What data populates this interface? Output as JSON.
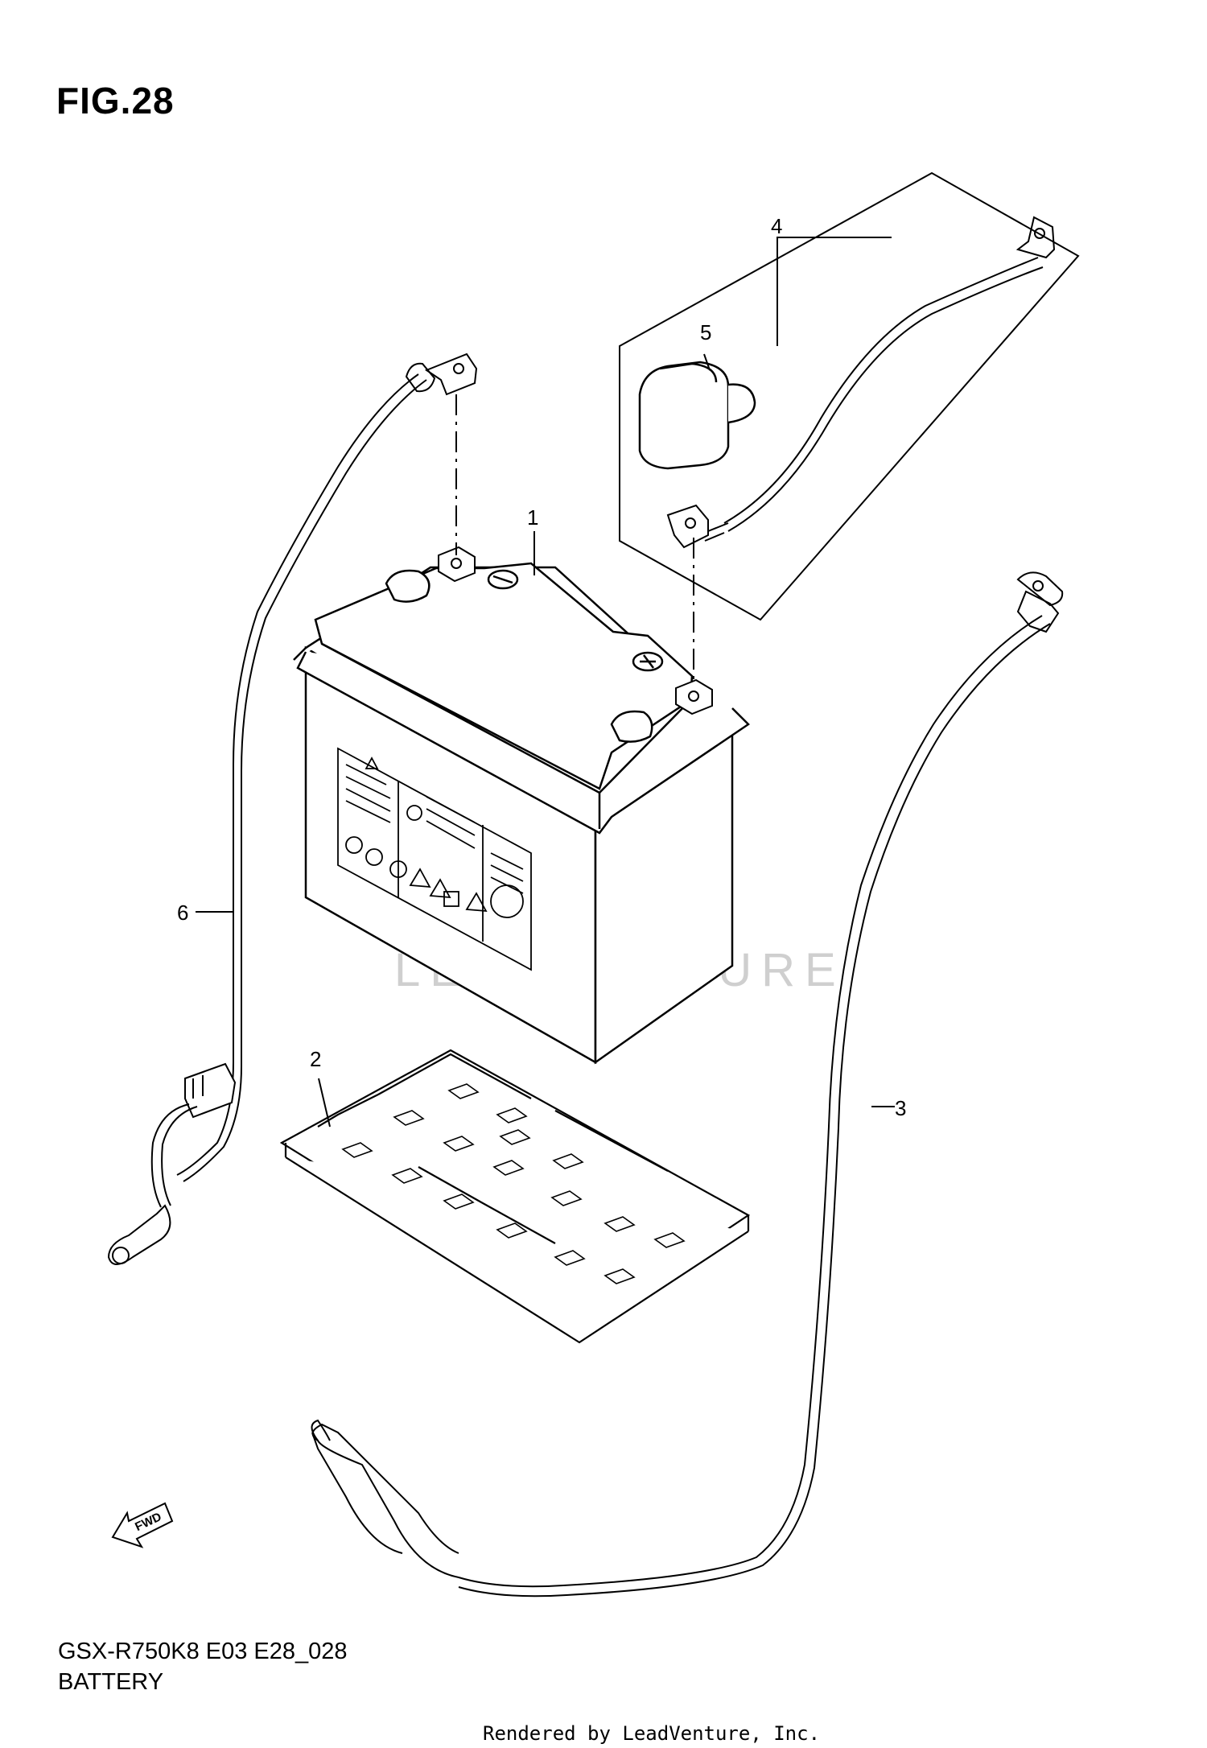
{
  "figure": {
    "title": "FIG.28",
    "code": "GSX-R750K8 E03 E28_028",
    "name": "BATTERY",
    "rendered_by": "Rendered by LeadVenture, Inc."
  },
  "watermark": "LEADVENTURE",
  "fwd_label": "FWD",
  "callouts": {
    "c1": "1",
    "c2": "2",
    "c3": "3",
    "c4": "4",
    "c5": "5",
    "c6": "6"
  },
  "colors": {
    "line": "#000000",
    "watermark": "#cfcfcf"
  }
}
